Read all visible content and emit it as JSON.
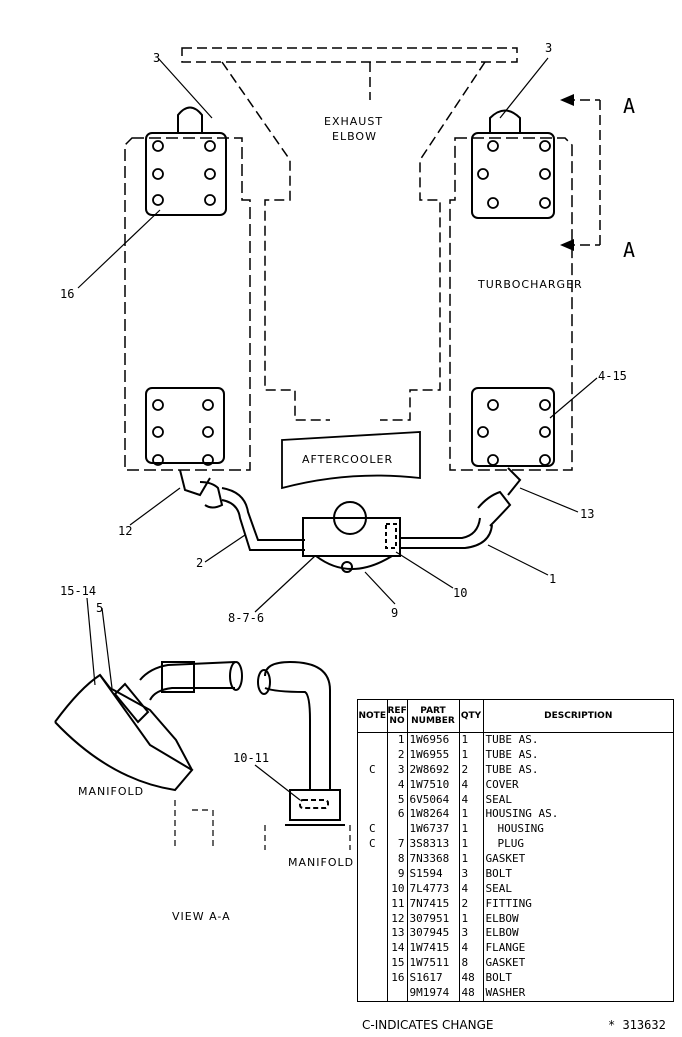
{
  "labels": {
    "exhaust_elbow_1": "EXHAUST",
    "exhaust_elbow_2": "ELBOW",
    "turbocharger": "TURBOCHARGER",
    "aftercooler": "AFTERCOOLER",
    "manifold_left": "MANIFOLD",
    "manifold_right": "MANIFOLD",
    "view": "VIEW A-A",
    "section_a_top": "A",
    "section_a_bottom": "A"
  },
  "callouts": {
    "c3_left": "3",
    "c3_right": "3",
    "c16": "16",
    "c4_15": "4-15",
    "c12": "12",
    "c13": "13",
    "c2": "2",
    "c1": "1",
    "c10": "10",
    "c9": "9",
    "c8_7_6": "8-7-6",
    "c15_14": "15-14",
    "c5": "5",
    "c10_11": "10-11"
  },
  "table": {
    "headers": {
      "note": "NOTE",
      "ref_1": "REF",
      "ref_2": "NO",
      "part_1": "PART",
      "part_2": "NUMBER",
      "qty": "QTY",
      "description": "DESCRIPTION"
    },
    "rows": [
      {
        "note": "",
        "ref": "1",
        "part": "1W6956",
        "qty": "1",
        "desc": "TUBE AS.",
        "indent": false
      },
      {
        "note": "",
        "ref": "2",
        "part": "1W6955",
        "qty": "1",
        "desc": "TUBE AS.",
        "indent": false
      },
      {
        "note": "C",
        "ref": "3",
        "part": "2W8692",
        "qty": "2",
        "desc": "TUBE AS.",
        "indent": false
      },
      {
        "note": "",
        "ref": "4",
        "part": "1W7510",
        "qty": "4",
        "desc": "COVER",
        "indent": false
      },
      {
        "note": "",
        "ref": "5",
        "part": "6V5064",
        "qty": "4",
        "desc": "SEAL",
        "indent": false
      },
      {
        "note": "",
        "ref": "6",
        "part": "1W8264",
        "qty": "1",
        "desc": "HOUSING AS.",
        "indent": false
      },
      {
        "note": "C",
        "ref": "",
        "part": "1W6737",
        "qty": "1",
        "desc": "HOUSING",
        "indent": true
      },
      {
        "note": "C",
        "ref": "7",
        "part": "3S8313",
        "qty": "1",
        "desc": "PLUG",
        "indent": true
      },
      {
        "note": "",
        "ref": "8",
        "part": "7N3368",
        "qty": "1",
        "desc": "GASKET",
        "indent": false
      },
      {
        "note": "",
        "ref": "9",
        "part": "S1594",
        "qty": "3",
        "desc": "BOLT",
        "indent": false
      },
      {
        "note": "",
        "ref": "10",
        "part": "7L4773",
        "qty": "4",
        "desc": "SEAL",
        "indent": false
      },
      {
        "note": "",
        "ref": "11",
        "part": "7N7415",
        "qty": "2",
        "desc": "FITTING",
        "indent": false
      },
      {
        "note": "",
        "ref": "12",
        "part": "307951",
        "qty": "1",
        "desc": "ELBOW",
        "indent": false
      },
      {
        "note": "",
        "ref": "13",
        "part": "307945",
        "qty": "3",
        "desc": "ELBOW",
        "indent": false
      },
      {
        "note": "",
        "ref": "14",
        "part": "1W7415",
        "qty": "4",
        "desc": "FLANGE",
        "indent": false
      },
      {
        "note": "",
        "ref": "15",
        "part": "1W7511",
        "qty": "8",
        "desc": "GASKET",
        "indent": false
      },
      {
        "note": "",
        "ref": "16",
        "part": "S1617",
        "qty": "48",
        "desc": "BOLT",
        "indent": false
      },
      {
        "note": "",
        "ref": "",
        "part": "9M1974",
        "qty": "48",
        "desc": "WASHER",
        "indent": false
      }
    ]
  },
  "footer": {
    "change_note": "C-INDICATES CHANGE",
    "drawing_number": "* 313632"
  }
}
